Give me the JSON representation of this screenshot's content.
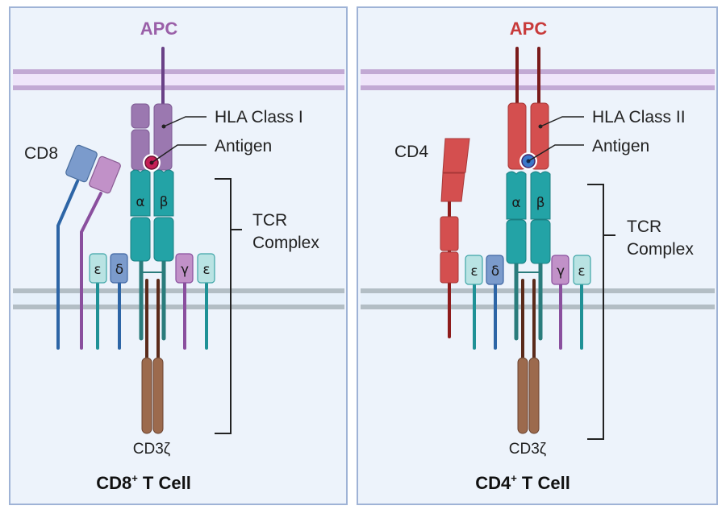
{
  "colors": {
    "panel_bg": "#edf3fb",
    "panel_border": "#9fb3d6",
    "apc_membrane_band": "#c2a9d4",
    "apc_membrane_fill": "#efe5fa",
    "tcell_membrane_band": "#b3bec5",
    "tcell_membrane_fill": "#e6f0fa",
    "hla1": "#9b78b0",
    "hla2": "#d44f4f",
    "teal": "#23a3a6",
    "cd3_light": "#b9e3e3",
    "cd3_delta": "#7b9bcc",
    "cd3_gamma": "#c191c8",
    "zeta": "#9c6a4d",
    "apc_left_label": "#9a5fa8",
    "apc_right_label": "#c83a3a"
  },
  "panels": [
    {
      "id": "cd8",
      "apc_label": "APC",
      "hla_label": "HLA Class I",
      "antigen_label": "Antigen",
      "coreceptor_label": "CD8",
      "tcr_label_line1": "TCR",
      "tcr_label_line2": "Complex",
      "alpha": "α",
      "beta": "β",
      "cd3_chains": [
        "ε",
        "δ",
        "γ",
        "ε"
      ],
      "zeta_label": "CD3ζ",
      "title_main": "CD8",
      "title_sup": "+",
      "title_rest": " T Cell"
    },
    {
      "id": "cd4",
      "apc_label": "APC",
      "hla_label": "HLA Class II",
      "antigen_label": "Antigen",
      "coreceptor_label": "CD4",
      "tcr_label_line1": "TCR",
      "tcr_label_line2": "Complex",
      "alpha": "α",
      "beta": "β",
      "cd3_chains": [
        "ε",
        "δ",
        "γ",
        "ε"
      ],
      "zeta_label": "CD3ζ",
      "title_main": "CD4",
      "title_sup": "+",
      "title_rest": " T Cell"
    }
  ]
}
